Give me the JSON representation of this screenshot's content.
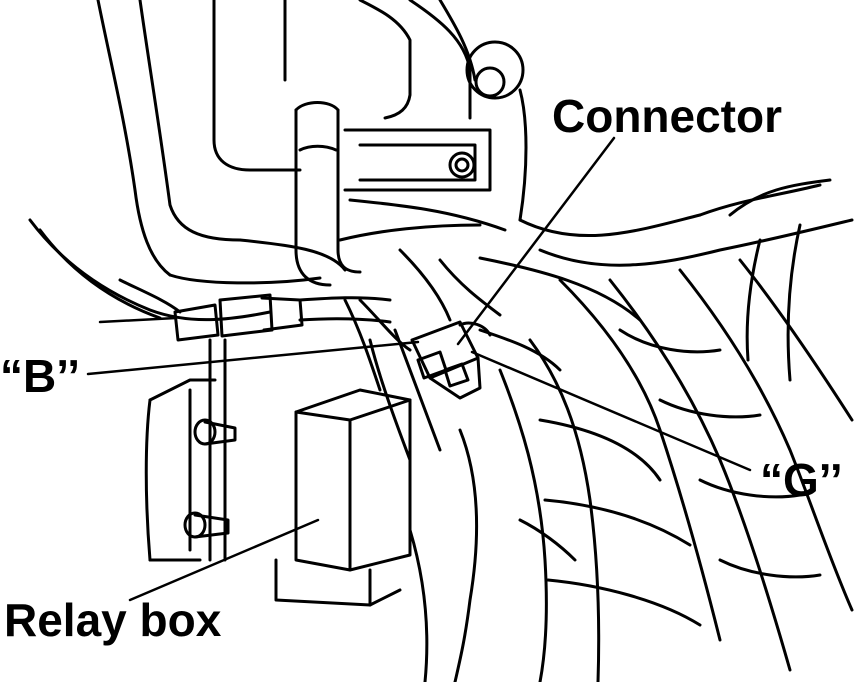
{
  "labels": {
    "connector": "Connector",
    "b": "“B’’",
    "g": "“G’’",
    "relay_box": "Relay box"
  },
  "colors": {
    "ink": "#000000",
    "paper": "#ffffff"
  }
}
